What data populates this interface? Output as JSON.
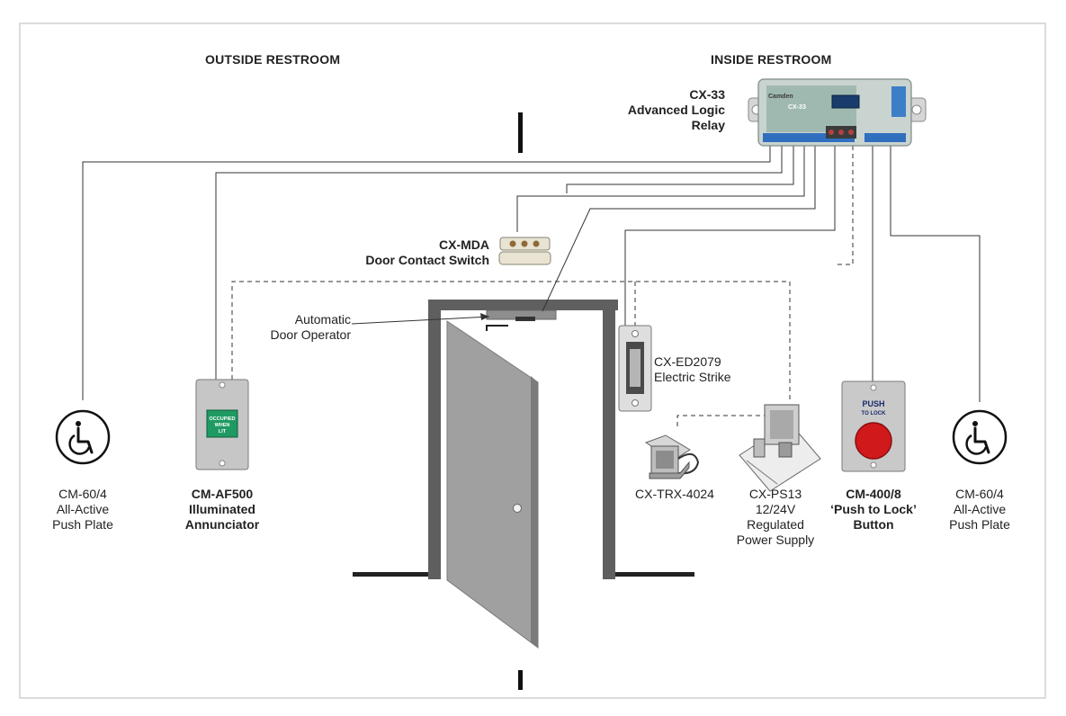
{
  "headers": {
    "outside": "OUTSIDE RESTROOM",
    "inside": "INSIDE RESTROOM"
  },
  "relay": {
    "lines": [
      "CX-33",
      "Advanced Logic",
      "Relay"
    ],
    "board_text": "CX-33",
    "brand": "Camden"
  },
  "door_contact": {
    "lines": [
      "CX-MDA",
      "Door Contact Switch"
    ]
  },
  "door_operator": {
    "lines": [
      "Automatic",
      "Door Operator"
    ]
  },
  "strike": {
    "lines": [
      "CX-ED2079",
      "Electric Strike"
    ]
  },
  "push_plate_left": {
    "lines": [
      "CM-60/4",
      "All-Active",
      "Push Plate"
    ]
  },
  "annunciator": {
    "lines": [
      "CM-AF500",
      "Illuminated",
      "Annunciator"
    ],
    "face_text": [
      "OCCUPIED",
      "WHEN",
      "LIT"
    ]
  },
  "transformer": {
    "lines": [
      "CX-TRX-4024"
    ]
  },
  "power_supply": {
    "lines": [
      "CX-PS13",
      "12/24V",
      "Regulated",
      "Power Supply"
    ]
  },
  "lock_button": {
    "lines": [
      "CM-400/8",
      "‘Push to Lock’",
      "Button"
    ],
    "face_text": [
      "PUSH",
      "TO LOCK"
    ]
  },
  "push_plate_right": {
    "lines": [
      "CM-60/4",
      "All-Active",
      "Push Plate"
    ]
  },
  "icons": [
    "accessibility-icon",
    "relay-board",
    "door-contact-switch",
    "electric-strike",
    "transformer",
    "power-supply",
    "push-button",
    "annunciator",
    "door",
    "door-operator"
  ],
  "colors": {
    "frame": "#5f5f5f",
    "door": "#9e9e9e",
    "wire": "#333333",
    "button_red": "#d0191b",
    "annunciator_green": "#1f9a63"
  }
}
